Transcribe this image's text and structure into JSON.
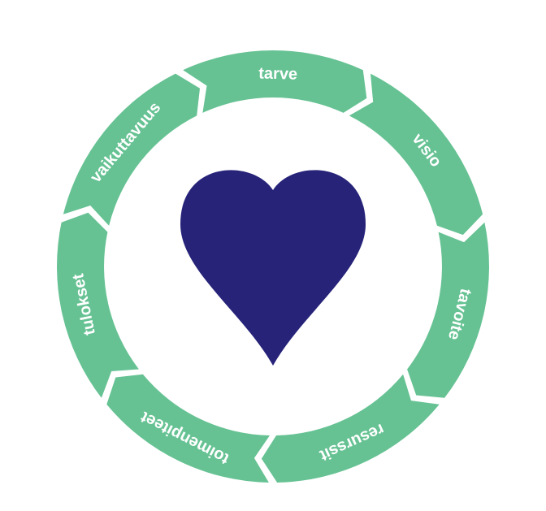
{
  "colors": {
    "segment": "#66C293",
    "heart": "#262379",
    "label": "#ffffff"
  },
  "cycle": {
    "segments": [
      {
        "label": "tarve"
      },
      {
        "label": "visio"
      },
      {
        "label": "tavoite"
      },
      {
        "label": "resurssit"
      },
      {
        "label": "toimenpiteet"
      },
      {
        "label": "tulokset"
      },
      {
        "label": "vaikuttavuus"
      }
    ],
    "center_icon": "heart-icon"
  }
}
